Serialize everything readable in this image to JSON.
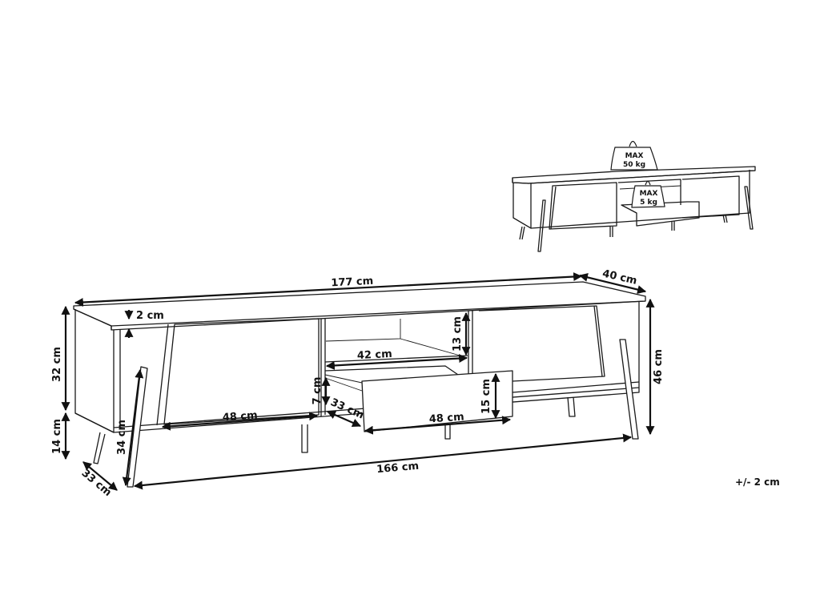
{
  "diagram": {
    "type": "furniture-dimension-drawing",
    "subject": "TV stand with two sliding doors, open shelf and pull-out drawer",
    "dimensions": {
      "total_width": "177 cm",
      "depth": "40 cm",
      "total_height": "46 cm",
      "body_height": "32 cm",
      "leg_clearance": "14 cm",
      "top_thickness": "2 cm",
      "shelf_height": "13 cm",
      "shelf_width": "42 cm",
      "drawer_inner_height": "7 cm",
      "drawer_depth": "33 cm",
      "drawer_front_height": "15 cm",
      "drawer_front_width": "48 cm",
      "compartment_width": "48 cm",
      "leg_length": "34 cm",
      "leg_span_depth": "33 cm",
      "leg_span_width": "166 cm"
    },
    "load_limits": {
      "top": {
        "line1": "MAX",
        "line2": "50 kg"
      },
      "drawer": {
        "line1": "MAX",
        "line2": "5 kg"
      }
    },
    "tolerance": "+/- 2 cm"
  }
}
